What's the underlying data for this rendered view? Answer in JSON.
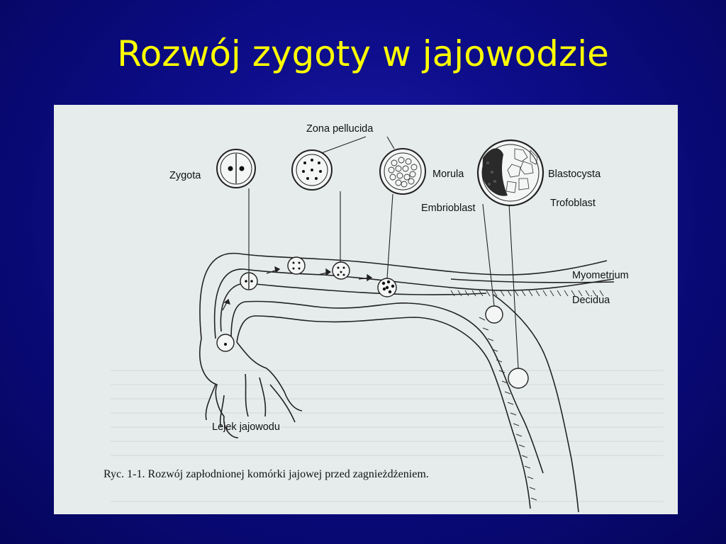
{
  "slide": {
    "title": "Rozwój zygoty w jajowodzie"
  },
  "figure": {
    "labels": {
      "zona_pellucida": "Zona pellucida",
      "zygota": "Zygota",
      "morula": "Morula",
      "blastocysta": "Blastocysta",
      "embrioblast": "Embrioblast",
      "trofoblast": "Trofoblast",
      "myometrium": "Myometrium",
      "decidua": "Decidua",
      "lejek_jajowodu": "Lejek jajowodu"
    },
    "caption": "Ryc. 1-1. Rozwój zapłodnionej komórki jajowej przed zagnieżdżeniem."
  }
}
